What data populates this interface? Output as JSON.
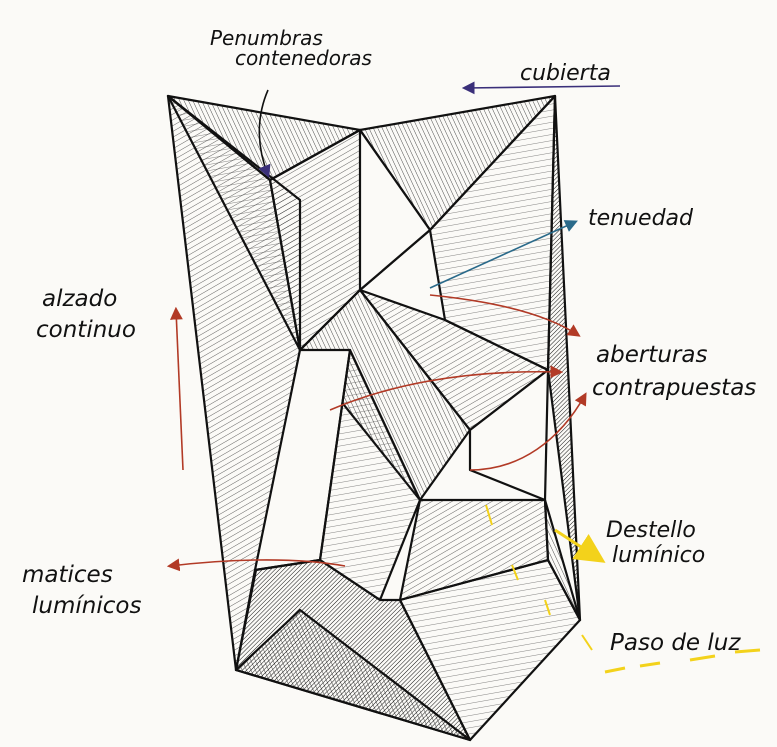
{
  "labels": {
    "penumbras_line1": "Penumbras",
    "penumbras_line2": "contenedoras",
    "cubierta": "cubierta",
    "tenuedad": "tenuedad",
    "alzado_line1": "alzado",
    "alzado_line2": "continuo",
    "aberturas_line1": "aberturas",
    "aberturas_line2": "contrapuestas",
    "destello_line1": "Destello",
    "destello_line2": "lumínico",
    "matices_line1": "matices",
    "matices_line2": "lumínicos",
    "paso_luz": "Paso de luz"
  },
  "colors": {
    "ink": "#111111",
    "paper": "#fbfaf7",
    "arrow_red": "#b23a26",
    "arrow_blue": "#2a6a8a",
    "arrow_purple": "#3a2f7a",
    "highlight_yellow": "#f3d21b"
  }
}
